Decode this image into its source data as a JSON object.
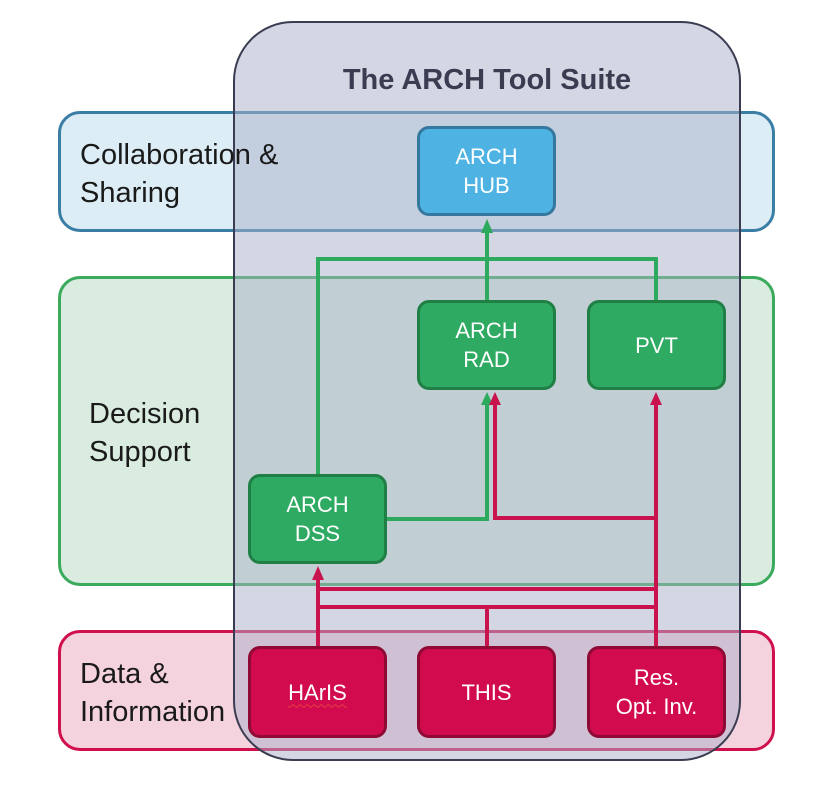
{
  "title": "The ARCH Tool Suite",
  "layers": {
    "collaboration": "Collaboration &\nSharing",
    "decision": "Decision\nSupport",
    "data": "Data &\nInformation"
  },
  "nodes": {
    "hub": "ARCH\nHUB",
    "rad": "ARCH\nRAD",
    "pvt": "PVT",
    "dss": "ARCH\nDSS",
    "haris": "HArIS",
    "this": "THIS",
    "res": "Res.\nOpt. Inv."
  },
  "colors": {
    "collab_fill": "#dcedf6",
    "collab_border": "#3a7ea6",
    "decision_fill": "#d9ecdf",
    "decision_border": "#3aaa5c",
    "data_fill": "#f5d3de",
    "data_border": "#d0104c",
    "hub_fill": "#4eb3e3",
    "green_node": "#2faa62",
    "red_node": "#d20b4e",
    "green_line": "#2daa5d",
    "red_line": "#c8134e"
  }
}
